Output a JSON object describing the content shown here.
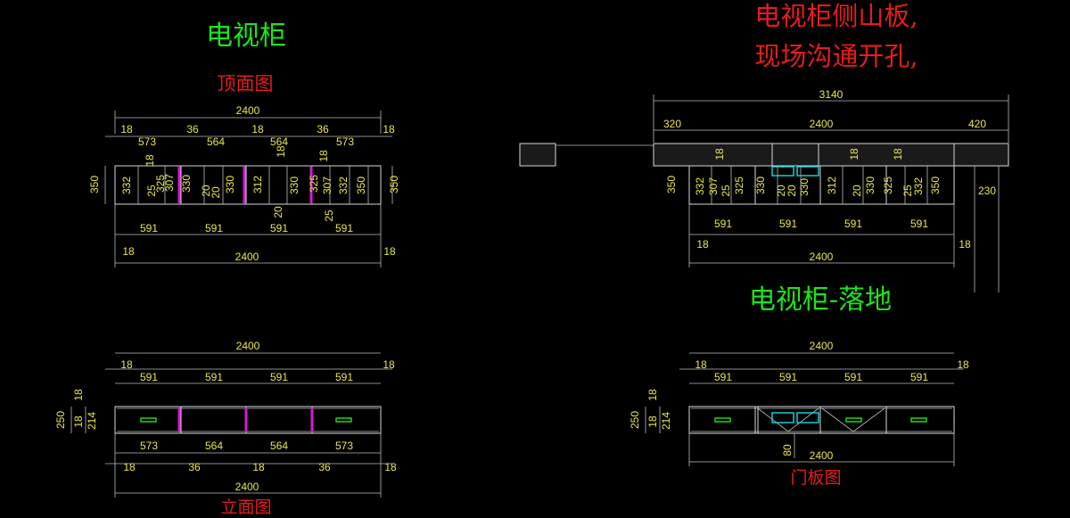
{
  "titles": {
    "tv_cabinet": "电视柜",
    "side_panel_line1": "电视柜侧山板,",
    "side_panel_line2": "现场沟通开孔,",
    "floor_standing": "电视柜-落地"
  },
  "views": {
    "top": "顶面图",
    "elevation": "立面图",
    "door": "门板图"
  },
  "dims_top": {
    "overall_top": "2400",
    "edge_left": "18",
    "edge_right": "18",
    "spans_top": [
      "573",
      "36",
      "564",
      "18",
      "564",
      "36",
      "573"
    ],
    "bay_gaps": [
      "18",
      "18",
      "18"
    ],
    "depth": "350",
    "inner": [
      "332",
      "25",
      "325",
      "307",
      "330",
      "20",
      "20",
      "330",
      "312",
      "330",
      "20",
      "325",
      "25",
      "307",
      "332",
      "350"
    ],
    "bays": [
      "591",
      "591",
      "591",
      "591"
    ],
    "bottom_edge_left": "18",
    "bottom_edge_right": "18",
    "overall_bottom": "2400"
  },
  "dims_elev": {
    "overall_top": "2400",
    "edge_left": "18",
    "edge_right": "18",
    "bays": [
      "591",
      "591",
      "591",
      "591"
    ],
    "heights": [
      "18",
      "18",
      "214",
      "250"
    ],
    "spans": [
      "573",
      "564",
      "564",
      "573"
    ],
    "gaps": [
      "18",
      "36",
      "18",
      "36",
      "18"
    ],
    "overall_bottom": "2400"
  },
  "dims_right_top": {
    "overall": "3140",
    "left": "320",
    "mid": "2400",
    "right": "420",
    "top_small": [
      "18",
      "18",
      "18"
    ],
    "depth": "350",
    "inner": [
      "332",
      "307",
      "25",
      "325",
      "330",
      "20",
      "20",
      "330",
      "312",
      "20",
      "330",
      "325",
      "25",
      "332",
      "350"
    ],
    "side": "230",
    "bays": [
      "591",
      "591",
      "591",
      "591"
    ],
    "edge_left": "18",
    "edge_right": "18",
    "overall_bottom": "2400"
  },
  "dims_right_door": {
    "overall_top": "2400",
    "edge_left": "18",
    "edge_right": "18",
    "bays": [
      "591",
      "591",
      "591",
      "591"
    ],
    "heights": [
      "18",
      "18",
      "214",
      "250"
    ],
    "gap": "80",
    "overall_bottom": "2400"
  },
  "colors": {
    "background": "#000000",
    "title_green": "#19e619",
    "title_red": "#e51c1c",
    "dimension_yellow": "#e8e84a",
    "line_grey": "#d8d8d8",
    "partition_magenta": "#d21bd2",
    "socket_cyan": "#19d8e0"
  }
}
